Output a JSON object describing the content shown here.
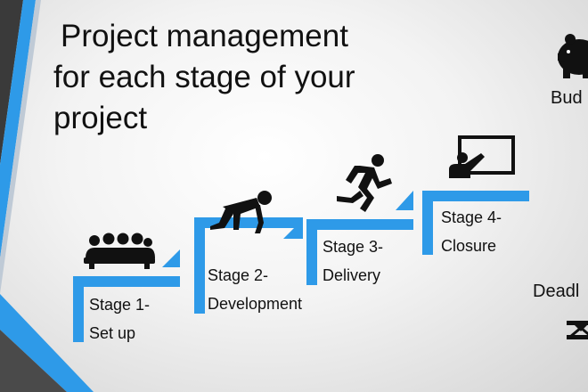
{
  "title": {
    "line1": "Project management",
    "line2": "for each stage of your",
    "line3": "project"
  },
  "stages": [
    {
      "line1": "Stage 1-",
      "line2": "Set up",
      "icon": "meeting-group-icon"
    },
    {
      "line1": "Stage 2-",
      "line2": "Development",
      "icon": "sprinter-start-icon"
    },
    {
      "line1": "Stage 3-",
      "line2": "Delivery",
      "icon": "runner-icon"
    },
    {
      "line1": "Stage 4-",
      "line2": "Closure",
      "icon": "presentation-board-icon"
    }
  ],
  "side": {
    "budget_label": "Bud",
    "budget_icon": "piggy-bank-icon",
    "deadline_label": "Deadl",
    "deadline_icon": "hourglass-icon"
  },
  "colors": {
    "accent": "#2e9ae8",
    "dark_stripe": "#3a3a3a",
    "text": "#111111"
  }
}
